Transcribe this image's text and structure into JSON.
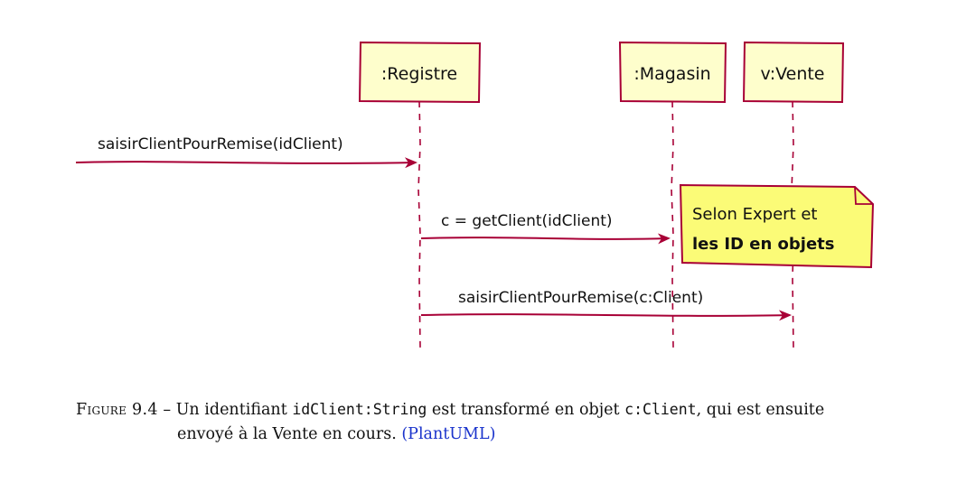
{
  "diagram": {
    "participants": [
      {
        "id": "registre",
        "label": ":Registre"
      },
      {
        "id": "magasin",
        "label": ":Magasin"
      },
      {
        "id": "vente",
        "label": "v:Vente"
      }
    ],
    "messages": [
      {
        "label": "saisirClientPourRemise(idClient)"
      },
      {
        "label": "c = getClient(idClient)"
      },
      {
        "label": "saisirClientPourRemise(c:Client)"
      }
    ],
    "note": {
      "line1": "Selon Expert et",
      "line2": "les ID en objets"
    },
    "colors": {
      "box_fill": "#fefecc",
      "box_border": "#a80036",
      "note_fill": "#fbfb77",
      "arrow": "#a80036",
      "lifeline": "#a80036"
    }
  },
  "caption": {
    "label": "Figure 9.4",
    "dash": "–",
    "text_1": "Un identifiant",
    "code_1": "idClient:String",
    "text_2": "est transformé en objet",
    "code_2": "c:Client",
    "text_3": ", qui est ensuite",
    "text_4": "envoyé à la Vente en cours.",
    "link": "(PlantUML)"
  }
}
